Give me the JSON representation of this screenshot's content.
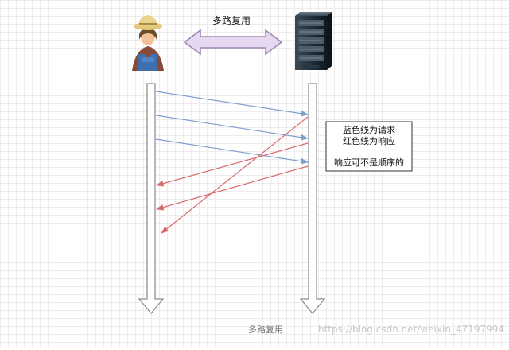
{
  "diagram": {
    "title": "多路复用",
    "caption": "多路复用",
    "watermark": "https://blog.csdn.net/weixin_47197994",
    "participants": [
      {
        "id": "client",
        "icon": "farmer-user-icon"
      },
      {
        "id": "server",
        "icon": "server-rack-icon"
      }
    ],
    "legend": {
      "line1": "蓝色线为请求",
      "line2": "红色线为响应",
      "line3": "响应可不是顺序的"
    },
    "colors": {
      "request": "#7f9fcf",
      "response": "#d9686b",
      "lifeline": "#8a8a8a",
      "double_arrow_fill": "#e6d8ef",
      "double_arrow_stroke": "#9d84b5"
    },
    "messages": [
      {
        "type": "request",
        "order": 1
      },
      {
        "type": "request",
        "order": 2
      },
      {
        "type": "request",
        "order": 3
      },
      {
        "type": "response",
        "order": 1
      },
      {
        "type": "response",
        "order": 2
      },
      {
        "type": "response",
        "order": 3
      }
    ]
  }
}
